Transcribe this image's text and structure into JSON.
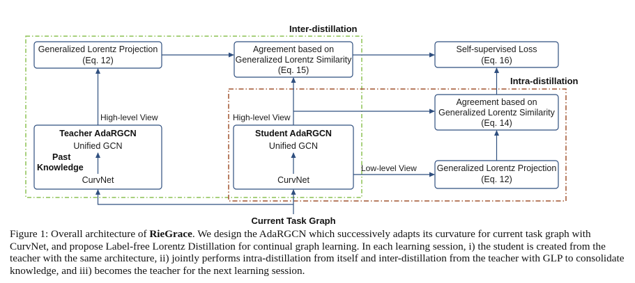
{
  "regions": {
    "inter": "Inter-distillation",
    "intra": "Intra-distillation"
  },
  "boxes": {
    "glp_teacher": {
      "line1": "Generalized Lorentz Projection",
      "line2": "(Eq. 12)"
    },
    "agreement_inter": {
      "line1": "Agreement based on",
      "line2": "Generalized Lorentz Similarity",
      "line3": "(Eq. 15)"
    },
    "ssl": {
      "line1": "Self-supervised Loss",
      "line2": "(Eq. 16)"
    },
    "agreement_intra": {
      "line1": "Agreement based on",
      "line2": "Generalized Lorentz Similarity",
      "line3": "(Eq. 14)"
    },
    "teacher": {
      "title": "Teacher AdaRGCN",
      "gcn": "Unified GCN",
      "past1": "Past",
      "past2": "Knowledge",
      "curvnet": "CurvNet"
    },
    "student": {
      "title": "Student AdaRGCN",
      "gcn": "Unified GCN",
      "curvnet": "CurvNet"
    },
    "glp_student": {
      "line1": "Generalized Lorentz Projection",
      "line2": "(Eq. 12)"
    }
  },
  "labels": {
    "teacher_high": "High-level View",
    "student_high": "High-level View",
    "low_level": "Low-level View",
    "task_graph": "Current Task Graph"
  },
  "caption": {
    "fig": "Figure 1: Overall architecture of ",
    "name": "RieGrace",
    "rest": ". We design the AdaRGCN which successively adapts its curvature for current task graph with CurvNet, and propose Label-free Lorentz Distillation for continual graph learning. In each learning session, i) the student is created from the teacher with the same architecture, ii) jointly performs intra-distillation from itself and inter-distillation from the teacher with GLP to consolidate knowledge, and iii) becomes the teacher for the next learning session."
  },
  "colors": {
    "inter_border": "#8cc152",
    "intra_border": "#a0522d",
    "box_border": "#2f4f7f",
    "arrow": "#2f4f7f"
  }
}
